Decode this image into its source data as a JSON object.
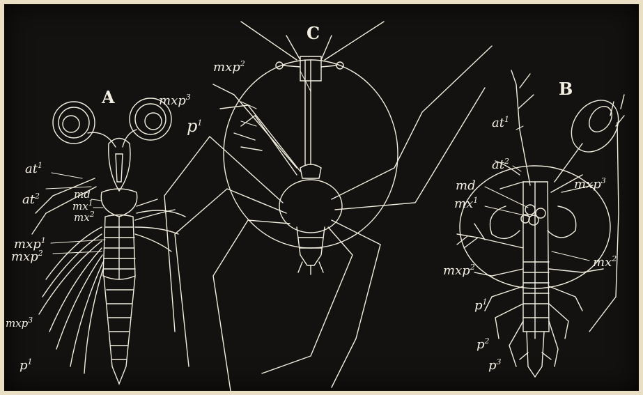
{
  "colors": {
    "background": "#141210",
    "line": "#f2eedf",
    "frame": "#e8dfc4"
  },
  "figures": {
    "A": {
      "letter": "A",
      "labels": {
        "at1": "at",
        "at1_sup": "1",
        "at2": "at",
        "at2_sup": "2",
        "md": "md",
        "mx1": "mx",
        "mx1_sup": "1",
        "mx2": "mx",
        "mx2_sup": "2",
        "mxp1": "mxp",
        "mxp1_sup": "1",
        "mxp2": "mxp",
        "mxp2_sup": "2",
        "mxp3": "mxp",
        "mxp3_sup": "3",
        "p1": "p",
        "p1_sup": "1"
      }
    },
    "B": {
      "letter": "B",
      "labels": {
        "at1": "at",
        "at1_sup": "1",
        "at2": "at",
        "at2_sup": "2",
        "md": "md",
        "mx1": "mx",
        "mx1_sup": "1",
        "mx2": "mx",
        "mx2_sup": "2",
        "mxp2": "mxp",
        "mxp2_sup": "2",
        "mxp3": "mxp",
        "mxp3_sup": "3",
        "p1": "p",
        "p1_sup": "1",
        "p2": "p",
        "p2_sup": "2",
        "p3": "p",
        "p3_sup": "3"
      }
    },
    "C": {
      "letter": "C",
      "labels": {
        "mxp2": "mxp",
        "mxp2_sup": "2",
        "mxp3": "mxp",
        "mxp3_sup": "3",
        "p1": "p",
        "p1_sup": "1"
      }
    }
  }
}
